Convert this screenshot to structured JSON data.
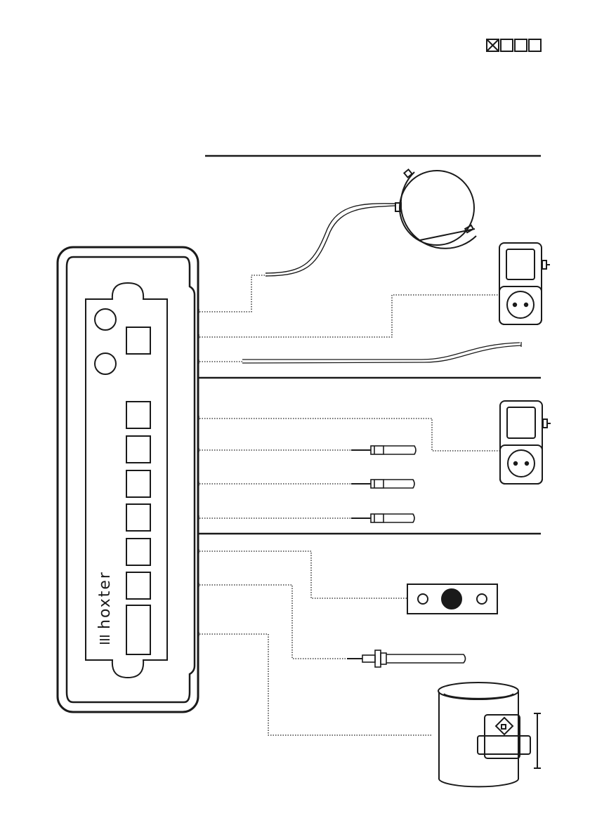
{
  "brand": {
    "name": "hoxter"
  },
  "page_indicator": {
    "total": 4,
    "current": 1
  },
  "colors": {
    "ink": "#1a1a1a",
    "background": "#ffffff"
  },
  "sections": [
    {
      "id": "section-1",
      "connections": [
        "clamp-sensor",
        "power-socket",
        "long-probe"
      ]
    },
    {
      "id": "section-2",
      "connections": [
        "power-socket",
        "stick-sensor",
        "stick-sensor",
        "stick-sensor"
      ]
    },
    {
      "id": "section-3",
      "connections": [
        "room-control-panel",
        "immersion-sensor",
        "flue-damper"
      ]
    }
  ]
}
